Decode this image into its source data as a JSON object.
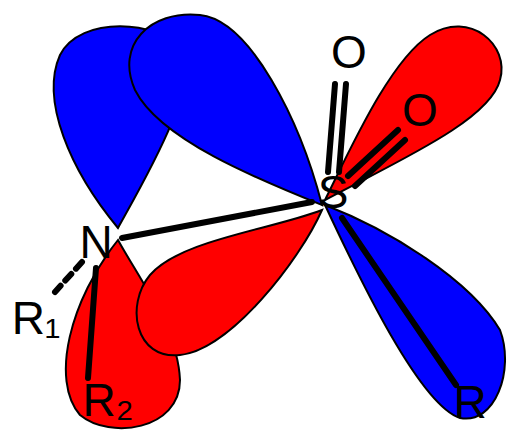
{
  "diagram": {
    "labels": [
      "O",
      "O",
      "S",
      "N",
      "R₁",
      "R₂",
      "R"
    ]
  }
}
